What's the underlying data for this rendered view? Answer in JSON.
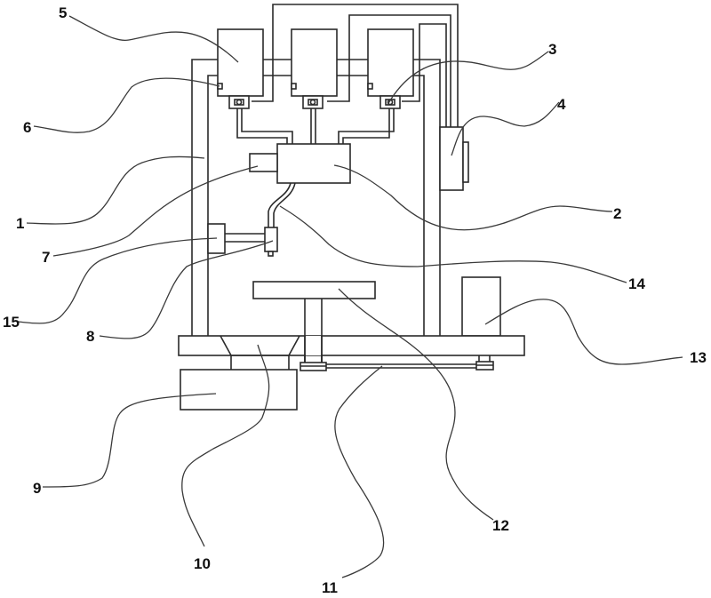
{
  "figure": {
    "type": "patent-line-drawing",
    "line_color": "#2a2a2a",
    "background": "#ffffff",
    "labels": [
      {
        "id": "1",
        "text": "1",
        "target": "frame-left-column"
      },
      {
        "id": "2",
        "text": "2",
        "target": "mixing-box"
      },
      {
        "id": "3",
        "text": "3",
        "target": "valve-right"
      },
      {
        "id": "4",
        "text": "4",
        "target": "controller-box"
      },
      {
        "id": "5",
        "text": "5",
        "target": "tank-left"
      },
      {
        "id": "6",
        "text": "6",
        "target": "level-sensor-left"
      },
      {
        "id": "7",
        "text": "7",
        "target": "pump-small"
      },
      {
        "id": "8",
        "text": "8",
        "target": "nozzle"
      },
      {
        "id": "9",
        "text": "9",
        "target": "bottom-box"
      },
      {
        "id": "10",
        "text": "10",
        "target": "funnel"
      },
      {
        "id": "11",
        "text": "11",
        "target": "belt"
      },
      {
        "id": "12",
        "text": "12",
        "target": "turntable"
      },
      {
        "id": "13",
        "text": "13",
        "target": "motor"
      },
      {
        "id": "14",
        "text": "14",
        "target": "hose"
      },
      {
        "id": "15",
        "text": "15",
        "target": "cylinder"
      }
    ]
  }
}
